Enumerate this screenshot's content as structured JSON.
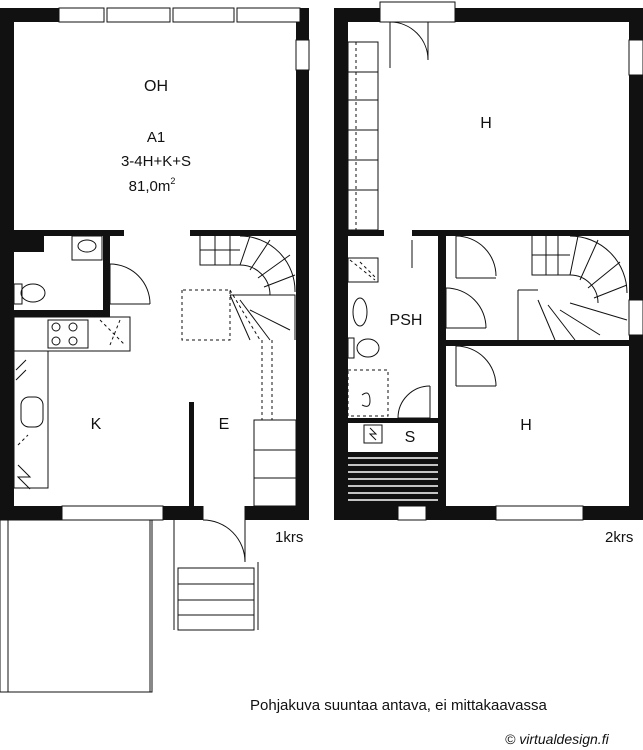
{
  "apartment": {
    "code": "A1",
    "type": "3-4H+K+S",
    "area": "81,0m",
    "area_sup": "2"
  },
  "floor1": {
    "label": "1krs",
    "rooms": {
      "living": "OH",
      "kitchen": "K",
      "entry": "E"
    }
  },
  "floor2": {
    "label": "2krs",
    "rooms": {
      "bedroom_large": "H",
      "bathroom": "PSH",
      "sauna": "S",
      "bedroom_small": "H"
    }
  },
  "footer": {
    "disclaimer": "Pohjakuva suuntaa antava, ei mittakaavassa",
    "credit": "© virtualdesign.fi"
  }
}
